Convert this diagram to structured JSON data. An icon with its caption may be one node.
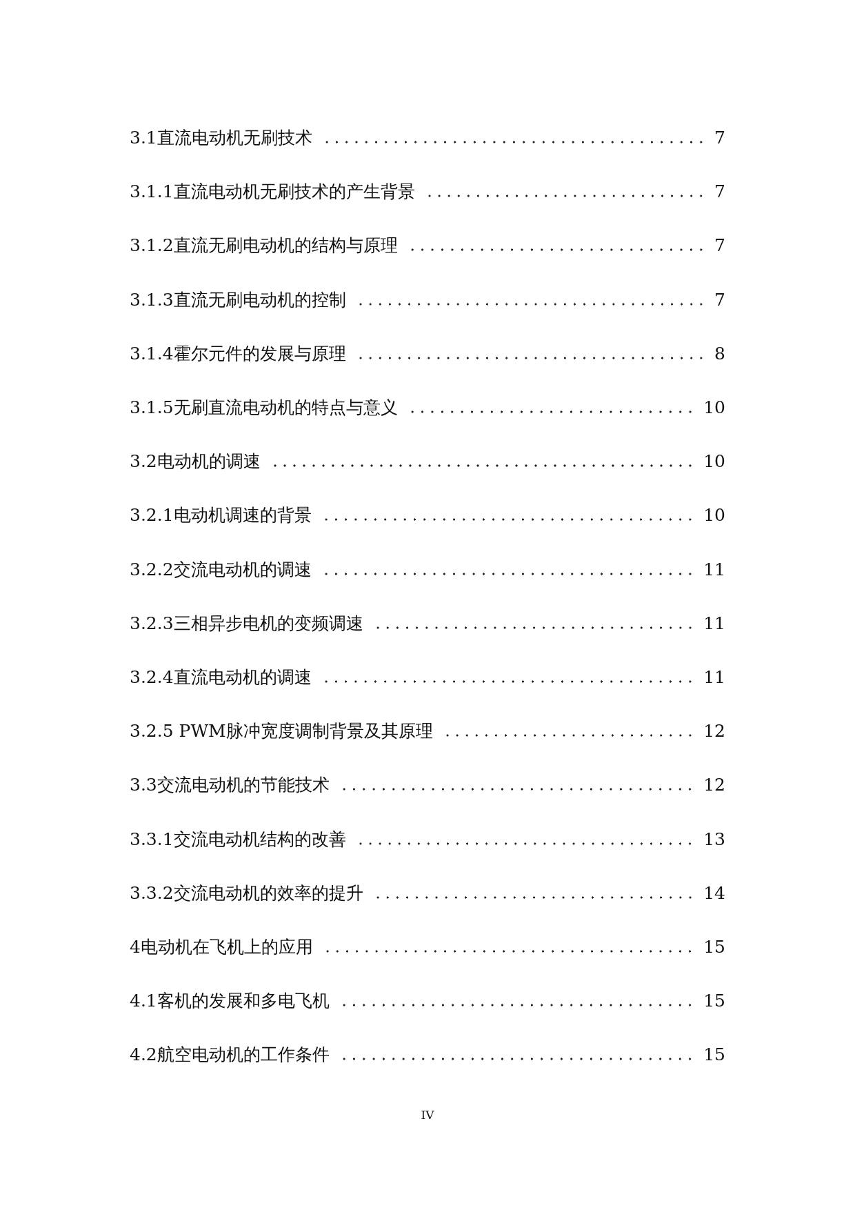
{
  "diagram": {
    "labels": [
      "3.1直流电动机无刷技术",
      "7",
      "3.1.1直流电动机无刷技术的产生背景",
      "7",
      "3.1.2直流无刷电动机的结构与原理",
      "7",
      "3.1.3直流无刷电动机的控制",
      "7",
      "3.1.4霍尔元件的发展与原理",
      "8",
      "3.1.5无刷直流电动机的特点与意义",
      "10",
      "3.2电动机的调速",
      "10",
      "3.2.1电动机调速的背景",
      "10",
      "3.2.2交流电动机的调速",
      "11",
      "3.2.3三相异步电机的变频调速",
      "11",
      "3.2.4直流电动机的调速",
      "11",
      "3.2.5 PWM脉冲宽度调制背景及其原理",
      "12",
      "3.3交流电动机的节能技术",
      "12",
      "3.3.1交流电动机结构的改善",
      "13",
      "3.3.2交流电动机的效率的提升",
      "14",
      "4电动机在飞机上的应用",
      "15",
      "4.1客机的发展和多电飞机",
      "15",
      "4.2航空电动机的工作条件",
      "15",
      "IV"
    ]
  }
}
